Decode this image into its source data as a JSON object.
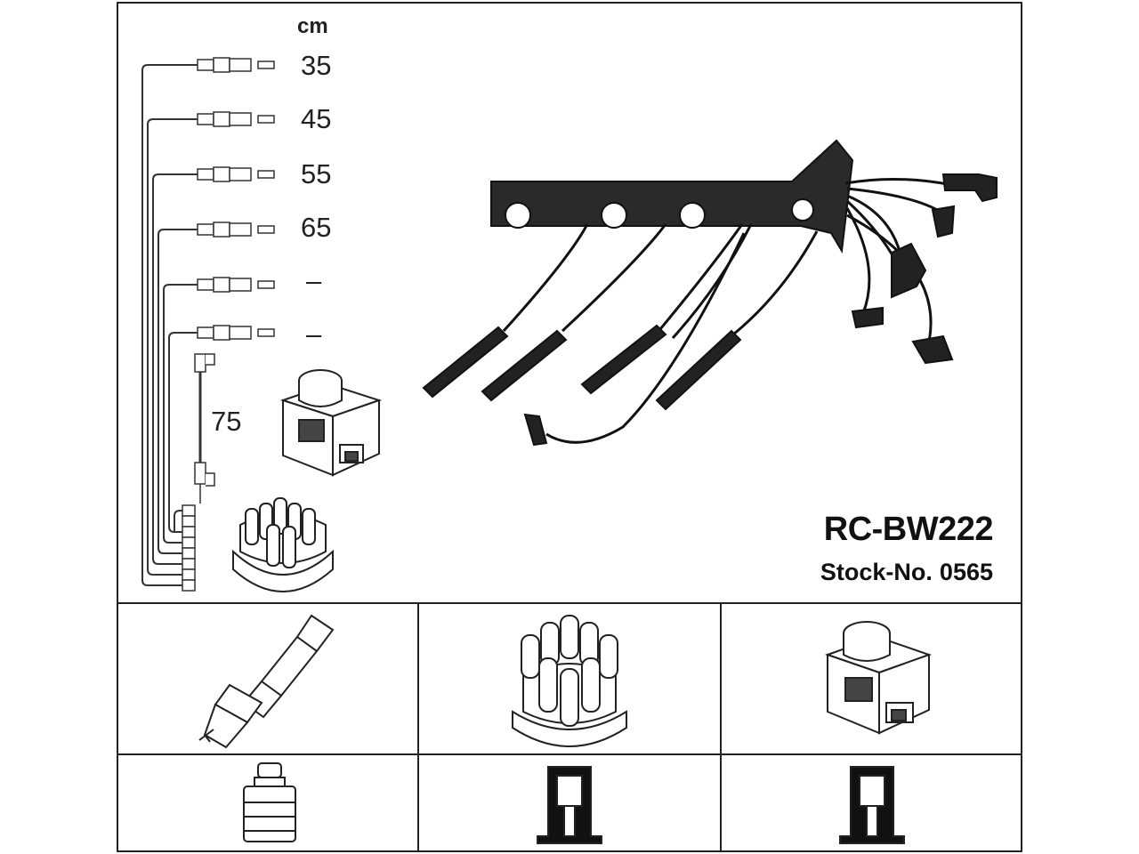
{
  "product": {
    "model": "RC-BW222",
    "stock_label": "Stock-No.",
    "stock_number": "0565"
  },
  "lengths": {
    "unit": "cm",
    "leads": [
      "35",
      "45",
      "55",
      "65",
      "–",
      "–"
    ],
    "coil_lead": "75"
  },
  "components": {
    "top_cells": [
      "spark-plug",
      "distributor-cap",
      "ignition-coil"
    ],
    "bottom_cells": [
      "plug-terminal",
      "cap-terminal",
      "coil-terminal"
    ]
  }
}
